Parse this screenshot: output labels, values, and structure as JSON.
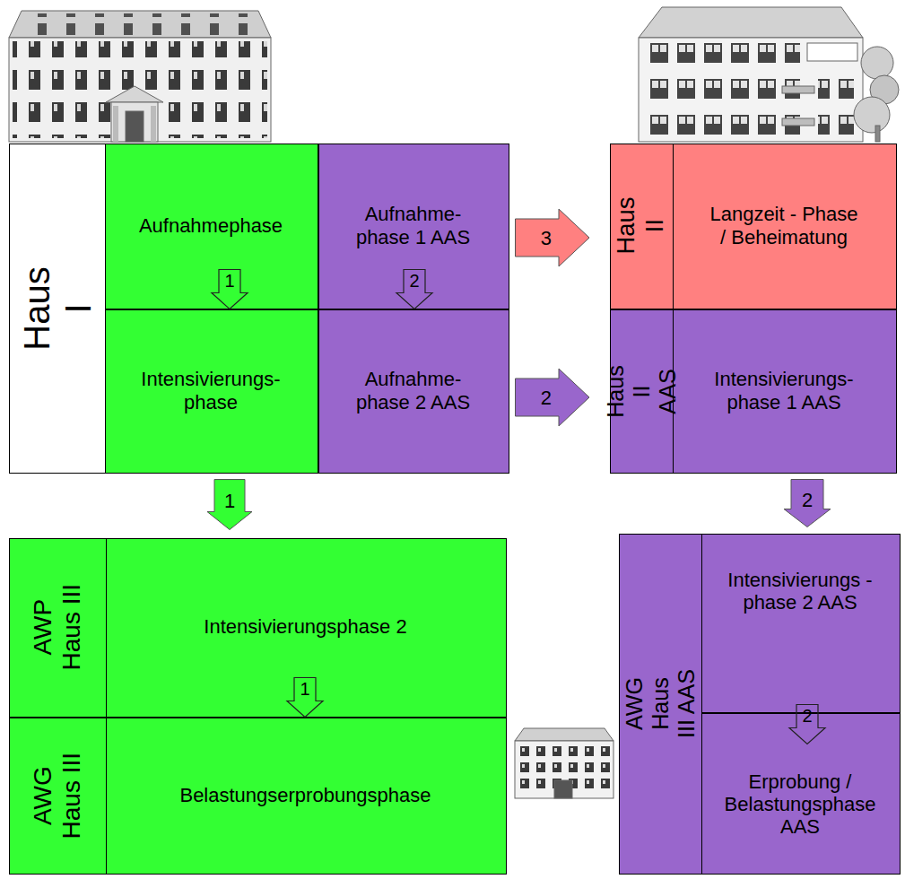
{
  "diagram": {
    "nodes": [
      {
        "text": [
          "Haus I"
        ]
      },
      {
        "text": [
          "Aufnahmephase"
        ],
        "in": 0
      },
      {
        "text": [
          "Aufnahme- phase 1 AAS"
        ],
        "in": 0
      },
      {
        "text": [
          "Intensivierungs- phase"
        ],
        "in": 0
      },
      {
        "text": [
          "Aufnahme- phase 2 AAS"
        ],
        "in": 0
      },
      {
        "text": [
          "Haus II"
        ]
      },
      {
        "text": [
          "Langzeit - Phase / Beheimatung"
        ],
        "in": 5
      },
      {
        "text": [
          "Haus II AAS"
        ]
      },
      {
        "text": [
          "Intensivierungs- phase 1 AAS"
        ],
        "in": 7
      },
      {
        "text": [
          "AWP Haus III"
        ]
      },
      {
        "text": [
          "Intensivierungsphase 2"
        ],
        "in": 9
      },
      {
        "text": [
          "AWG Haus III"
        ]
      },
      {
        "text": [
          "Belastungserprobungsphase"
        ],
        "in": 11
      },
      {
        "text": [
          "AWG Haus III AAS"
        ]
      },
      {
        "text": [
          "Intensivierungs - phase 2 AAS"
        ],
        "in": 13
      },
      {
        "text": [
          "Erprobung / Belastungsphase AAS"
        ],
        "in": 13
      }
    ],
    "edges": [
      {
        "from": 1,
        "to": 3,
        "arrow": "to",
        "label": "1"
      },
      {
        "from": 2,
        "to": 4,
        "arrow": "to",
        "label": "2"
      },
      {
        "from": 2,
        "to": 5,
        "arrow": "to",
        "label": "3"
      },
      {
        "from": 4,
        "to": 7,
        "arrow": "to",
        "label": "2"
      },
      {
        "from": 3,
        "to": 10,
        "arrow": "to",
        "label": "1"
      },
      {
        "from": 8,
        "to": 14,
        "arrow": "to",
        "label": "2"
      },
      {
        "from": 10,
        "to": 12,
        "arrow": "to",
        "label": "1"
      },
      {
        "from": 14,
        "to": 15,
        "arrow": "to",
        "label": "2"
      }
    ]
  }
}
